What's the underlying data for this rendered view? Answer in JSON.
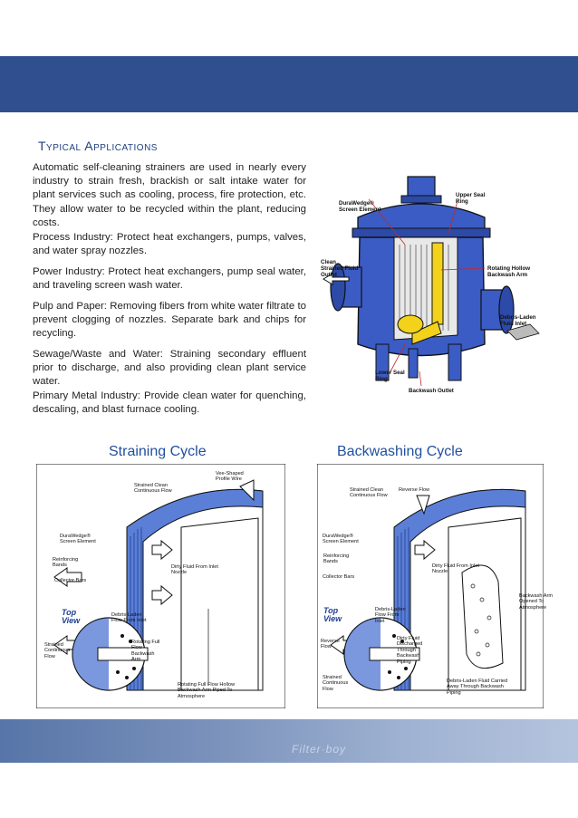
{
  "section": {
    "title": "Typical Applications"
  },
  "paragraphs": [
    "Automatic self-cleaning strainers are used in nearly every industry to strain fresh, brackish or salt intake water for plant services such as cooling, process, fire protection, etc. They allow water to be recycled within the plant, reducing costs.",
    "Process Industry: Protect heat exchangers, pumps, valves, and water spray nozzles.",
    "Power Industry: Protect heat exchangers, pump seal water, and traveling screen wash water.",
    "Pulp and Paper: Removing fibers from white water filtrate to prevent clogging of nozzles. Separate bark and chips for recycling.",
    "Sewage/Waste and Water: Straining secondary effluent prior to discharge, and also providing clean plant service water.",
    "Primary Metal Industry: Provide clean water for quenching, descaling, and blast furnace cooling."
  ],
  "strainer_figure": {
    "labels": {
      "durawedge": "DuraWedge® Screen Element",
      "upper_seal": "Upper Seal Ring",
      "clean_outlet": "Clean Strained Fluid Outlet",
      "rotating_arm": "Rotating Hollow Backwash Arm",
      "debris_inlet": "Debris-Laden Fluid Inlet",
      "lower_seal": "Lower Seal Ring",
      "backwash_outlet": "Backwash Outlet"
    }
  },
  "straining_cycle": {
    "title": "Straining Cycle",
    "labels": {
      "strained_clean": "Strained Clean Continuous Flow",
      "vee_wire": "Vee-Shaped Profile Wire",
      "durawedge": "DuraWedge® Screen Element",
      "reinforcing": "Reinforcing Bands",
      "collector": "Collector Bars",
      "dirty_fluid": "Dirty Fluid From Inlet Nozzle",
      "top_view": "Top View",
      "debris_inlet": "Debris-Laden Flow From Inlet",
      "rotating_flow": "Rotating Full Flow Backwash Arm",
      "strained_flow": "Strained Continuous Flow",
      "rotating_hollow": "Rotating Full Flow Hollow Backwash Arm Piped To Atmosphere"
    }
  },
  "backwashing_cycle": {
    "title": "Backwashing Cycle",
    "labels": {
      "strained_clean": "Strained Clean Continuous Flow",
      "reverse_flow": "Reverse Flow",
      "durawedge": "DuraWedge® Screen Element",
      "reinforcing": "Reinforcing Bands",
      "collector": "Collector Bars",
      "dirty_fluid": "Dirty Fluid From Inlet Nozzle",
      "backwash_arm": "Backwash Arm Opened To Atmosphere",
      "top_view": "Top View",
      "debris_inlet": "Debris-Laden Flow From Inlet",
      "reverse_flow2": "Reverse Flow",
      "dirty_discharged": "Dirty Fluid Discharged Through Backwash Piping",
      "strained_flow": "Strained Continuous Flow",
      "debris_carried": "Debris-Laden Fluid Carried Away Through Backwash Piping"
    }
  },
  "footer": {
    "logo": "Filter·boy"
  },
  "colors": {
    "band": "#2f4f8f",
    "title_blue": "#1f4f9f",
    "vessel_blue": "#3b5cc4",
    "yellow_arm": "#f2d21a"
  }
}
